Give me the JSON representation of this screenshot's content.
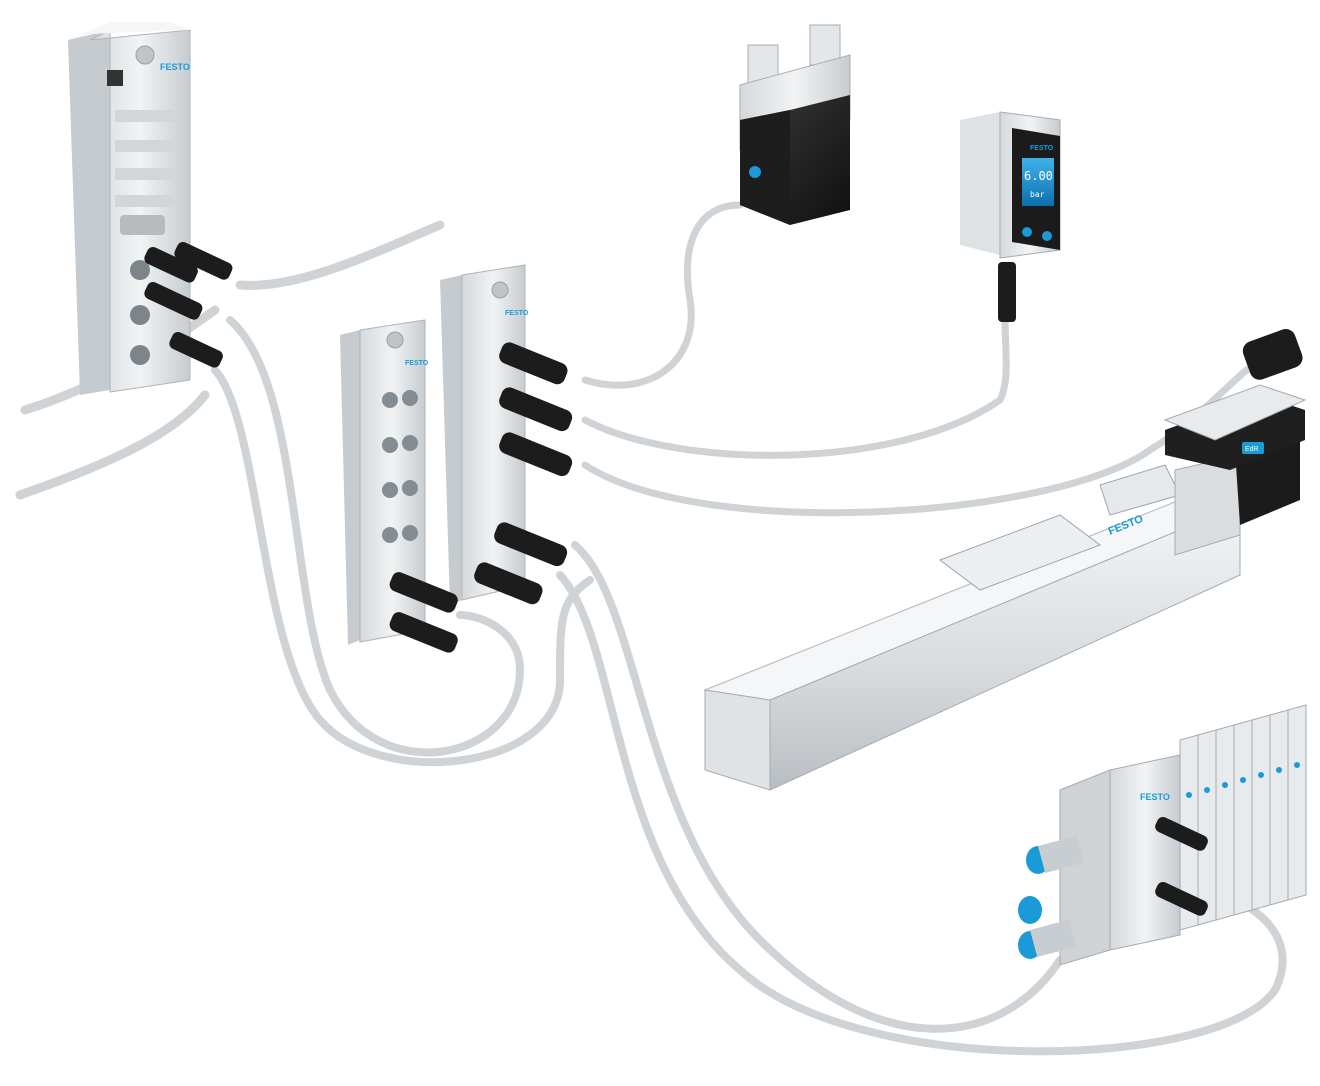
{
  "brand": {
    "name": "FESTO",
    "color": "#1a9ad6"
  },
  "devices": {
    "master": {
      "brand_label": "FESTO"
    },
    "hub_left": {
      "brand_label": "FESTO"
    },
    "hub_right": {
      "brand_label": "FESTO"
    },
    "pressure_sensor": {
      "brand_label": "FESTO",
      "display_value": "6.00",
      "display_unit": "bar"
    },
    "axis": {
      "brand_label": "FESTO",
      "controller_button_label": "EdR"
    },
    "valve_terminal": {
      "brand_label": "FESTO"
    }
  },
  "colors": {
    "housing": "#e9ebec",
    "housing_shade": "#c9cdd0",
    "cable": "#cfd3d6",
    "connector": "#1c1c1c",
    "accent_blue": "#1a9ad6"
  }
}
